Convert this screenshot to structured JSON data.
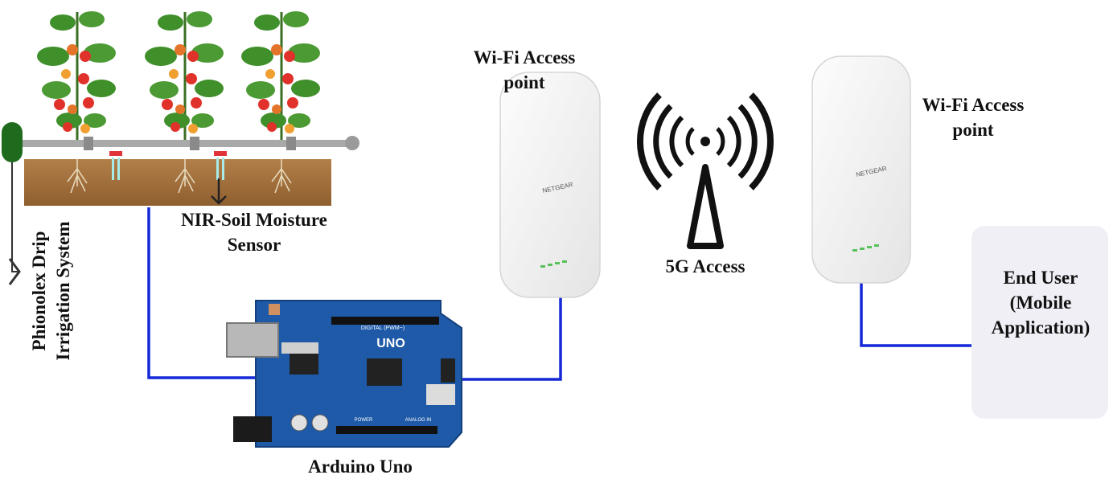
{
  "labels": {
    "wifi_ap_1": [
      "Wi-Fi Access",
      "point"
    ],
    "wifi_ap_2": [
      "Wi-Fi Access",
      "point"
    ],
    "access_5g": "5G Access",
    "end_user": [
      "End User",
      "(Mobile",
      "Application)"
    ],
    "nir_sensor": [
      "NIR-Soil Moisture",
      "Sensor"
    ],
    "drip_system": [
      "Phionolex Drip",
      "Irrigation System"
    ],
    "arduino": "Arduino Uno"
  },
  "device_text": {
    "ap_brand": "NETGEAR",
    "board_model": "UNO",
    "board_header_digital": "DIGITAL (PWM~)",
    "board_header_analog": "ANALOG IN",
    "board_header_power": "POWER"
  },
  "colors": {
    "wire": "#1428d8",
    "soil": "#a4733e",
    "pipe": "#a9a9a9",
    "board": "#1e5aa8",
    "leaf": "#3f8f2a",
    "tomato": "#e0322a",
    "drip_head": "#1e6b1e",
    "sensor_cap": "#e0333a",
    "sensor_probe": "#a8ece8",
    "tower": "#111111",
    "ap_body": "#f4f4f4",
    "status_led": "#58c25a",
    "enduser_bg": "#f0eff5"
  },
  "icons": [
    "tomato-plant-icon",
    "drip-emitter-icon",
    "soil-sensor-icon",
    "wifi-access-point-icon",
    "5g-tower-icon",
    "arduino-board-icon"
  ]
}
